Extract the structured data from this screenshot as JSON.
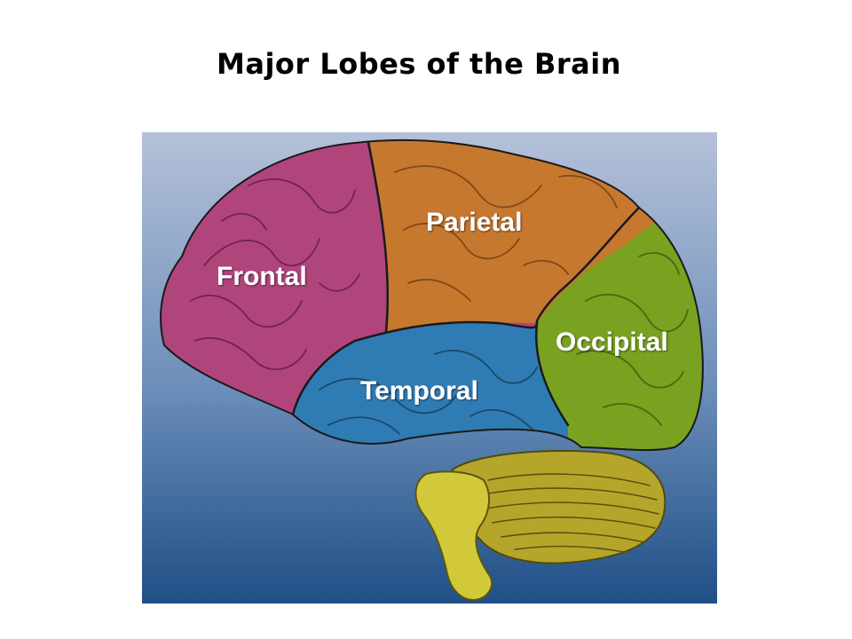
{
  "slide": {
    "title": "Major Lobes of the Brain"
  },
  "diagram": {
    "labels": {
      "frontal": "Frontal",
      "parietal": "Parietal",
      "occipital": "Occipital",
      "temporal": "Temporal"
    }
  },
  "colors": {
    "background_top": "#b5c1d9",
    "background_bottom": "#1f4f86",
    "frontal": "#b0457c",
    "parietal": "#c6782f",
    "occipital": "#79a220",
    "temporal": "#2f7cb4",
    "cerebellum": "#b5a52a",
    "brainstem": "#d2c93a",
    "label_text": "#ffffff"
  }
}
